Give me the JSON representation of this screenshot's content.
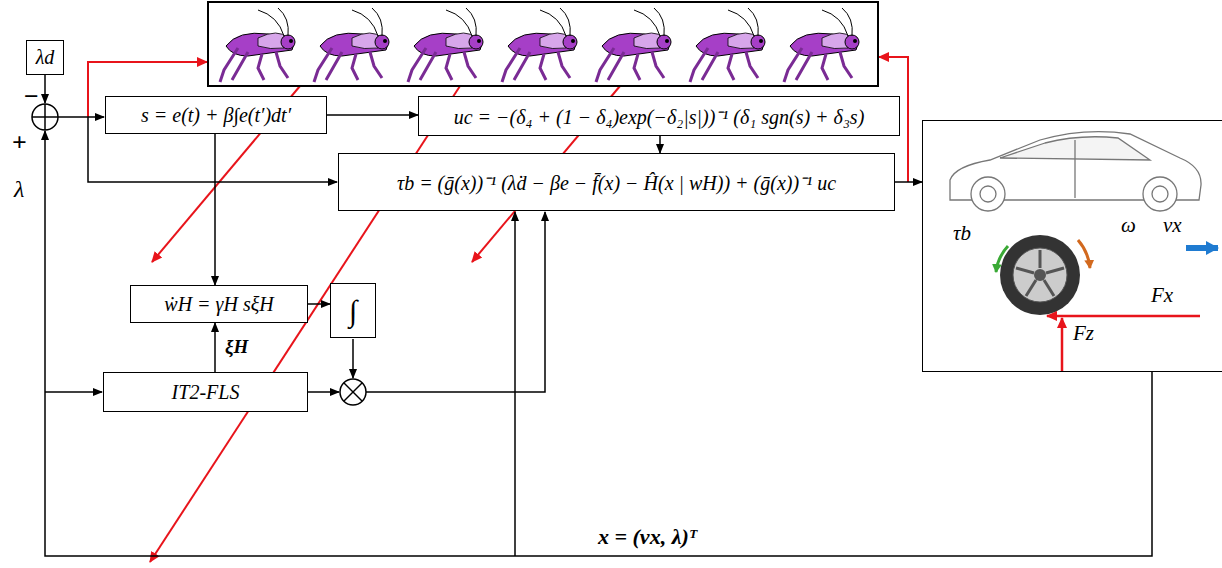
{
  "diagram": {
    "nodes": [
      {
        "text": [
          "λd"
        ]
      },
      {
        "text": [
          "s = e(t) + β∫e(t′)dt′"
        ]
      },
      {
        "text": [
          "uc = −(δ₄ + (1 − δ₄)exp(−δ₂|s|))⁻¹ (δ₁ sgn(s) + δ₃s)"
        ]
      },
      {
        "text": [
          "τb = (ḡ(x))⁻¹ (λ̇d − βe − f̄(x) − Ĥ(x | wH)) + (ḡ(x))⁻¹ uc"
        ]
      },
      {
        "text": [
          "ẇH = γH sξH"
        ]
      },
      {
        "text": [
          "∫"
        ]
      },
      {
        "text": [
          "IT2-FLS"
        ]
      },
      {
        "text": [
          "τb",
          "ω",
          "Fx",
          "Fz",
          "vx"
        ]
      }
    ],
    "edges": [
      {
        "from": 1,
        "to": 2,
        "arrow": "to"
      },
      {
        "from": 2,
        "to": 3,
        "arrow": "to"
      },
      {
        "from": 1,
        "to": 4,
        "arrow": "to"
      },
      {
        "from": 6,
        "to": 4,
        "arrow": "to",
        "label": "ξH"
      },
      {
        "from": 4,
        "to": 5,
        "arrow": "to"
      },
      {
        "from": 3,
        "to": 7,
        "arrow": "to"
      }
    ],
    "labels": [
      "−",
      "+",
      "λ",
      "x = (vx, λ)ᵀ"
    ]
  }
}
